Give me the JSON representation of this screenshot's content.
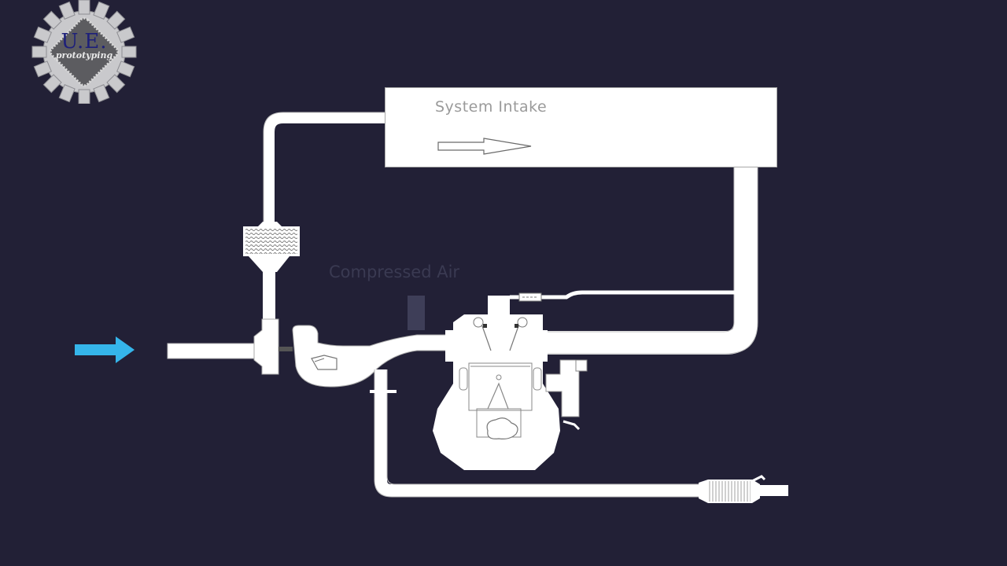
{
  "logo": {
    "title": "U.E.",
    "subtitle": "prototyping"
  },
  "diagram": {
    "intake_box": {
      "label": "System Intake"
    },
    "labels": {
      "compressed_air": "Compressed Air"
    },
    "components": [
      "inlet-arrow",
      "air-inlet-pipe",
      "turbocharger-compressor",
      "turbocharger-turbine",
      "intercooler-filter",
      "system-intake-box",
      "charge-air-pipe",
      "engine-cylinder",
      "fuel-injector-line",
      "exhaust-pipe",
      "muffler"
    ]
  },
  "colors": {
    "background": "#222036",
    "pipe": "#ffffff",
    "inlet_arrow": "#35b5ea",
    "intake_label": "#9a9a9a",
    "compressed_label": "#3a3a52",
    "logo_gear": "#c9c9cc",
    "logo_chip": "#5c5c60",
    "logo_text": "#1d1f7a"
  }
}
